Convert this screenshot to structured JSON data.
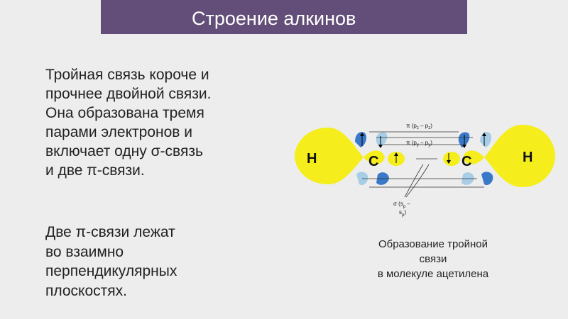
{
  "slide": {
    "title": "Строение алкинов",
    "paragraph1": [
      "Тройная связь короче и",
      "прочнее двойной связи.",
      "Она образована тремя",
      "парами электронов и",
      "включает одну σ-связь",
      "и две π-связи."
    ],
    "paragraph2": [
      "Две π-связи лежат",
      "во взаимно",
      "перпендикулярных",
      "плоскостях."
    ],
    "caption": [
      "Образование тройной",
      "связи",
      "в молекуле ацетилена"
    ]
  },
  "diagram": {
    "atom_h_left": "H",
    "atom_h_right": "H",
    "atom_c_left": "C",
    "atom_c_right": "C",
    "pi_z_label": "π (p",
    "pi_z_sub1": "z",
    "pi_z_mid": " – p",
    "pi_z_sub2": "z",
    "pi_z_end": ")",
    "pi_y_label": "π (p",
    "pi_y_sub1": "y",
    "pi_y_mid": " – p",
    "pi_y_sub2": "y",
    "pi_y_end": ")",
    "sigma_line1": "σ (s",
    "sigma_sub1": "p",
    "sigma_mid": " –",
    "sigma_line2": "s",
    "sigma_sub2": "p",
    "sigma_end": ")",
    "colors": {
      "hydrogen": "#f5ee1c",
      "orbital_blue": "#3a78c8",
      "orbital_light": "#a8cde6",
      "title_bar": "#624e78"
    }
  }
}
